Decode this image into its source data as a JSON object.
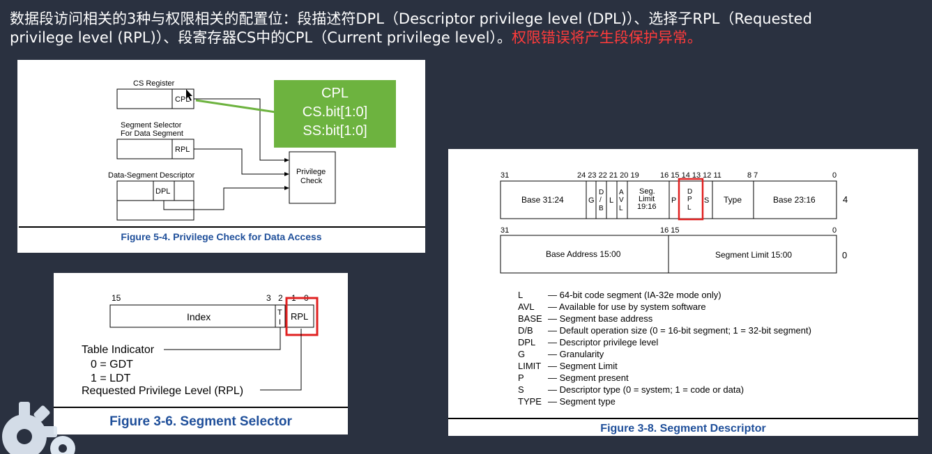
{
  "heading": {
    "line1": "数据段访问相关的3种与权限相关的配置位：段描述符DPL（Descriptor privilege level (DPL)）、选择子RPL（Requested",
    "line2": "privilege level (RPL)）、段寄存器CS中的CPL（Current privilege level）。",
    "warning": "权限错误将产生段保护异常。"
  },
  "fig54": {
    "cs_register": "CS Register",
    "cpl": "CPL",
    "seg_selector_1": "Segment Selector",
    "seg_selector_2": "For Data Segment",
    "rpl": "RPL",
    "data_desc": "Data-Segment Descriptor",
    "dpl": "DPL",
    "priv_1": "Privilege",
    "priv_2": "Check",
    "caption": "Figure 5-4.  Privilege Check for Data Access",
    "note_title": "CPL",
    "note_line1": "CS.bit[1:0]",
    "note_line2": "SS:bit[1:0]",
    "note_color": "#6db33f"
  },
  "fig36": {
    "bit15": "15",
    "bit3": "3",
    "bit2": "2",
    "bit1": "1",
    "bit0": "0",
    "index": "Index",
    "ti_t": "T",
    "ti_i": "I",
    "rpl": "RPL",
    "table_indicator": "Table Indicator",
    "gdt": "0 = GDT",
    "ldt": "1 = LDT",
    "req_priv": "Requested Privilege Level (RPL)",
    "caption": "Figure 3-6.  Segment Selector",
    "highlight_color": "#e02020"
  },
  "fig38": {
    "top_bits": [
      "31",
      "24 23 22 21 20 19",
      "16 15 14 13 12 11",
      "8  7",
      "0"
    ],
    "base3124": "Base 31:24",
    "g": "G",
    "db": [
      "D",
      "/",
      "B"
    ],
    "l": "L",
    "avl": [
      "A",
      "V",
      "L"
    ],
    "seg_limit": [
      "Seg.",
      "Limit",
      "19:16"
    ],
    "p": "P",
    "dpl": [
      "D",
      "P",
      "L"
    ],
    "s": "S",
    "type": "Type",
    "base2316": "Base 23:16",
    "word_hi": "4",
    "bot_bits": [
      "31",
      "16 15",
      "0"
    ],
    "base_addr": "Base Address 15:00",
    "seg_limit_low": "Segment Limit 15:00",
    "word_lo": "0",
    "legend": [
      {
        "key": "L",
        "desc": "— 64-bit code segment (IA-32e mode only)"
      },
      {
        "key": "AVL",
        "desc": "— Available for use by system software"
      },
      {
        "key": "BASE",
        "desc": "— Segment base address"
      },
      {
        "key": "D/B",
        "desc": "— Default operation size (0 = 16-bit segment; 1 = 32-bit segment)"
      },
      {
        "key": "DPL",
        "desc": "— Descriptor privilege level"
      },
      {
        "key": "G",
        "desc": "— Granularity"
      },
      {
        "key": "LIMIT",
        "desc": "— Segment Limit"
      },
      {
        "key": "P",
        "desc": "— Segment present"
      },
      {
        "key": "S",
        "desc": "— Descriptor type (0 = system; 1 = code or data)"
      },
      {
        "key": "TYPE",
        "desc": "— Segment type"
      }
    ],
    "caption": "Figure 3-8.  Segment Descriptor"
  }
}
